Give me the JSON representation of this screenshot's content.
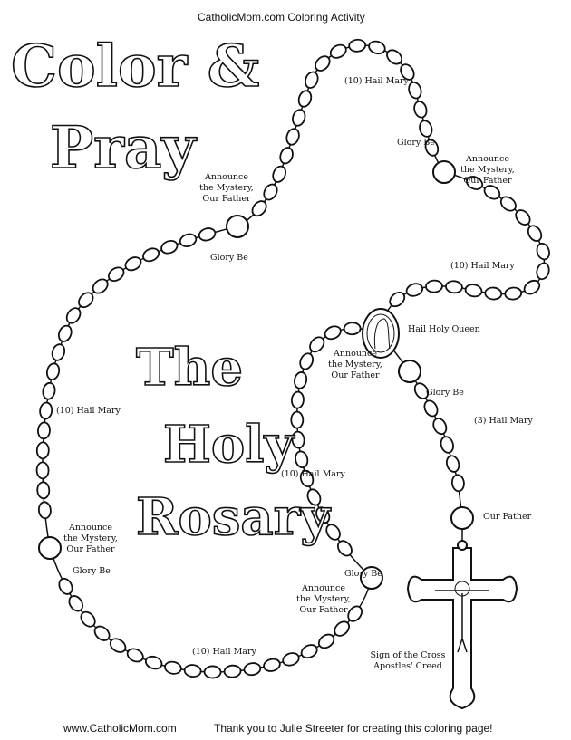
{
  "header": {
    "text": "CatholicMom.com Coloring Activity"
  },
  "titles": {
    "line1": "Color &",
    "line2": "Pray",
    "rosary1": "The",
    "rosary2": "Holy",
    "rosary3": "Rosary"
  },
  "labels": {
    "hail_mary_top": "(10) Hail Mary",
    "glory_be_top": "Glory Be",
    "announce_top_right": [
      "Announce",
      "the Mystery,",
      "Our Father"
    ],
    "hail_mary_right": "(10) Hail Mary",
    "hail_holy_queen": "Hail Holy Queen",
    "announce_center": [
      "Announce",
      "the Mystery,",
      "Our Father"
    ],
    "glory_be_center_right": "Glory Be",
    "three_hail_mary": "(3) Hail Mary",
    "our_father": "Our Father",
    "announce_top_left": [
      "Announce",
      "the Mystery,",
      "Our Father"
    ],
    "glory_be_left": "Glory Be",
    "hail_mary_left": "(10) Hail Mary",
    "hail_mary_center": "(10) Hail Mary",
    "announce_left": [
      "Announce",
      "the Mystery,",
      "Our Father"
    ],
    "glory_be_bottom_left": "Glory Be",
    "announce_bottom": [
      "Announce",
      "the Mystery,",
      "Our Father"
    ],
    "glory_be_bottom_right": "Glory Be",
    "hail_mary_bottom": "(10) Hail Mary",
    "sign_of_cross": [
      "Sign of the Cross",
      "Apostles' Creed"
    ]
  },
  "footer": {
    "left": "www.CatholicMom.com",
    "right": "Thank you to Julie Streeter for creating this coloring page!"
  }
}
